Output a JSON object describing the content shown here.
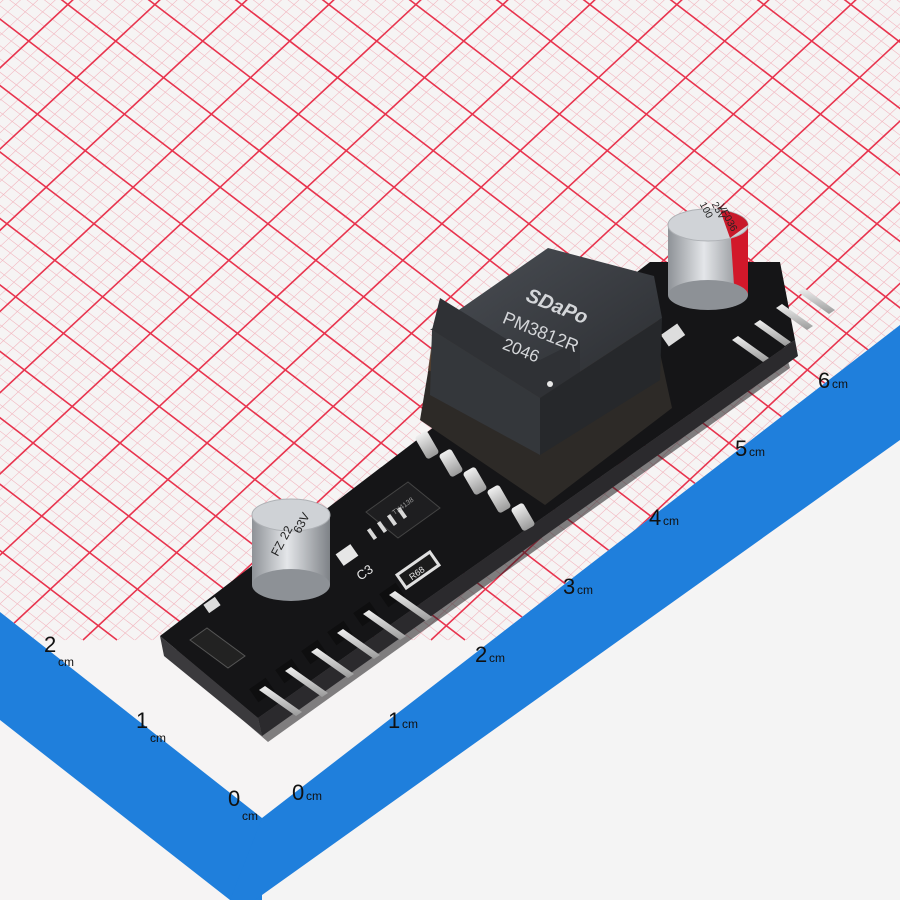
{
  "scene": {
    "description_free": true,
    "module": {
      "transformer": {
        "brand": "SDaPo",
        "model": "PM3812R",
        "date_code": "2046"
      },
      "capacitor_right": {
        "line1": "100",
        "line2": "25V",
        "line3": "VF036"
      },
      "capacitor_left": {
        "line1": "22",
        "line2": "63V",
        "line3": "FZ"
      },
      "resistor_marking": "R68",
      "silkscreen_c3": "C3",
      "ic_marking": "TX4138"
    },
    "ruler": {
      "label_unit": "cm",
      "front_edge_labels": [
        {
          "num": "0"
        },
        {
          "num": "1"
        },
        {
          "num": "2"
        },
        {
          "num": "3"
        },
        {
          "num": "4"
        },
        {
          "num": "5"
        },
        {
          "num": "6"
        }
      ],
      "side_edge_labels": [
        {
          "num": "0"
        },
        {
          "num": "1"
        },
        {
          "num": "2"
        }
      ]
    },
    "colors": {
      "grid_line": "#e8344e",
      "grid_fine": "#f2a9b4",
      "ruler_band": "#1f7fdc",
      "pcb": "#151517",
      "transformer_body": "#3a3d42",
      "capacitor_silver": "#c9ccd0",
      "capacitor_red": "#d2182a",
      "pin_gold": "#c8c8c8"
    }
  }
}
